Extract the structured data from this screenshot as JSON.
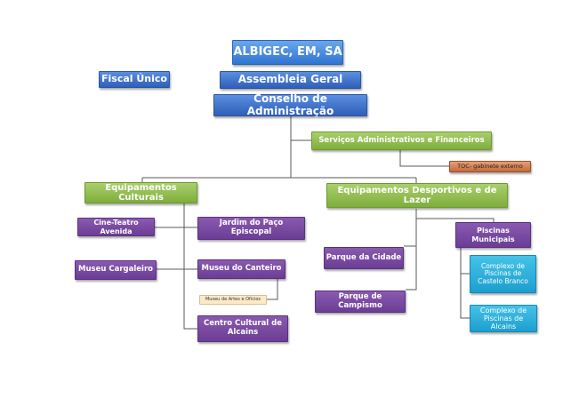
{
  "org": {
    "top": "ALBIGEC, EM, SA",
    "fiscal": "Fiscal Único",
    "assembleia": "Assembleia Geral",
    "conselho": "Conselho de Administração",
    "servicos": "Serviços Administrativos e Financeiros",
    "toc": "TOC- gabinete externo",
    "culturais": "Equipamentos Culturais",
    "desportivos": "Equipamentos Desportivos e de Lazer",
    "cine": "Cine-Teatro Avenida",
    "jardim": "Jardim do Paço Episcopal",
    "cargaleiro": "Museu Cargaleiro",
    "canteiro": "Museu do Canteiro",
    "artes": "Museu de Artes e Ofícios",
    "centro": "Centro Cultural de Alcains",
    "parque_cidade": "Parque da Cidade",
    "campismo": "Parque de Campismo",
    "piscinas": "Piscinas Municipais",
    "complexo_cb": "Complexo de Piscinas de Castelo Branco",
    "complexo_alcains": "Complexo de Piscinas de Alcains"
  }
}
